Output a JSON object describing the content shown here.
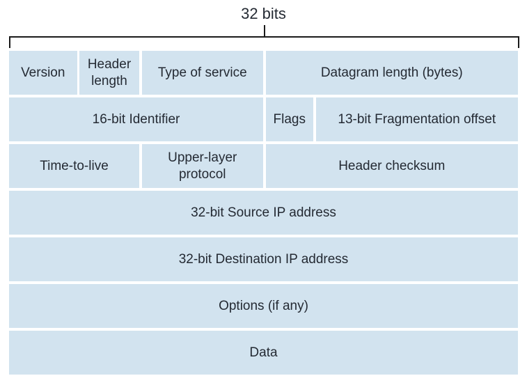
{
  "title": "32 bits",
  "colors": {
    "background": "#ffffff",
    "cell_bg": "#d2e3ef",
    "text": "#242a33",
    "line": "#1a1a1a"
  },
  "table": {
    "rows": [
      {
        "cells": [
          {
            "label": "Version"
          },
          {
            "label": "Header length"
          },
          {
            "label": "Type of service"
          },
          {
            "label": "Datagram length (bytes)"
          }
        ]
      },
      {
        "cells": [
          {
            "label": "16-bit Identifier"
          },
          {
            "label": "Flags"
          },
          {
            "label": "13-bit Fragmentation offset"
          }
        ]
      },
      {
        "cells": [
          {
            "label": "Time-to-live"
          },
          {
            "label": "Upper-layer protocol"
          },
          {
            "label": "Header checksum"
          }
        ]
      },
      {
        "cells": [
          {
            "label": "32-bit Source IP address"
          }
        ]
      },
      {
        "cells": [
          {
            "label": "32-bit Destination IP address"
          }
        ]
      },
      {
        "cells": [
          {
            "label": "Options (if any)"
          }
        ]
      },
      {
        "cells": [
          {
            "label": "Data"
          }
        ]
      }
    ]
  }
}
